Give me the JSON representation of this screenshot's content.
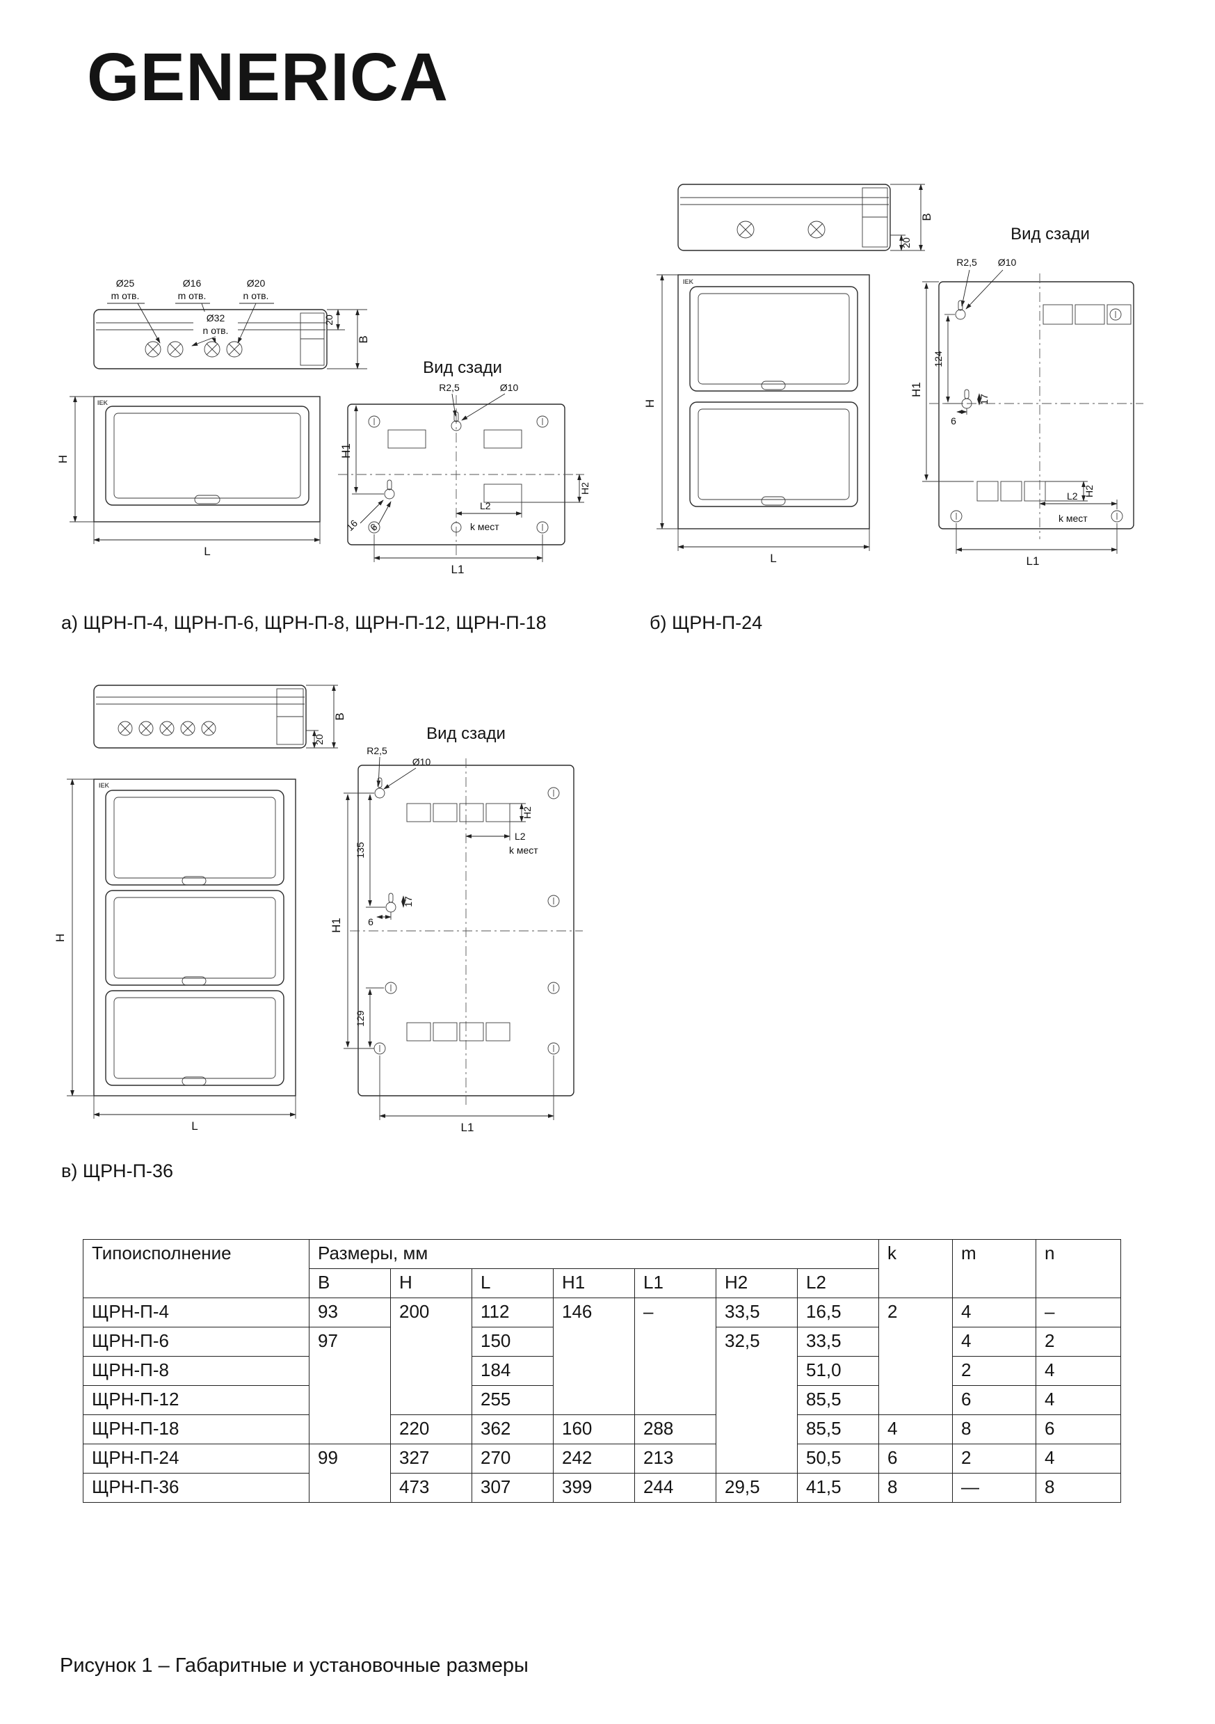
{
  "page": {
    "logo": "GENERICA",
    "figure_caption": "Рисунок 1 – Габаритные и установочные размеры"
  },
  "figure_a": {
    "caption": "а) ЩРН-П-4, ЩРН-П-6, ЩРН-П-8, ЩРН-П-12, ЩРН-П-18",
    "rear_view_title": "Вид сзади",
    "brand_mark": "IEK",
    "labels": {
      "d25": "Ø25",
      "d25_holes": "m отв.",
      "d16": "Ø16",
      "d16_holes": "m отв.",
      "d20": "Ø20",
      "d20_holes": "n отв.",
      "d32": "Ø32",
      "d32_holes": "n отв.",
      "lid": "20",
      "B": "B",
      "H": "H",
      "L": "L",
      "R": "R2,5",
      "d10": "Ø10",
      "H1": "H1",
      "H2": "H2",
      "L2": "L2",
      "L1": "L1",
      "k_places": "k мест",
      "n16": "16",
      "n6": "6"
    }
  },
  "figure_b": {
    "caption": "б) ЩРН-П-24",
    "rear_view_title": "Вид сзади",
    "brand_mark": "IEK",
    "labels": {
      "lid": "20",
      "B": "B",
      "H": "H",
      "L": "L",
      "R": "R2,5",
      "d10": "Ø10",
      "n124": "124",
      "n17": "17",
      "n6": "6",
      "H1": "H1",
      "H2": "H2",
      "L2": "L2",
      "L1": "L1",
      "k_places": "k мест"
    }
  },
  "figure_v": {
    "caption": "в) ЩРН-П-36",
    "rear_view_title": "Вид сзади",
    "brand_mark": "IEK",
    "labels": {
      "lid": "20",
      "B": "B",
      "H": "H",
      "L": "L",
      "R": "R2,5",
      "d10": "Ø10",
      "n135": "135",
      "n17": "17",
      "n6": "6",
      "n129": "129",
      "H1": "H1",
      "H2": "H2",
      "L2": "L2",
      "L1": "L1",
      "k_places": "k мест"
    }
  },
  "table": {
    "header": {
      "type": "Типоисполнение",
      "sizes": "Размеры, мм",
      "dims": [
        "B",
        "H",
        "L",
        "H1",
        "L1",
        "H2",
        "L2"
      ],
      "k": "k",
      "m": "m",
      "n": "n"
    },
    "rows": [
      {
        "name": "ЩРН-П-4",
        "B": "93",
        "H": "200",
        "L": "112",
        "H1": "146",
        "L1": "–",
        "H2": "33,5",
        "L2": "16,5",
        "k": "2",
        "m": "4",
        "n": "–"
      },
      {
        "name": "ЩРН-П-6",
        "B": "97",
        "L": "150",
        "H2": "32,5",
        "L2": "33,5",
        "m": "4",
        "n": "2"
      },
      {
        "name": "ЩРН-П-8",
        "L": "184",
        "L2": "51,0",
        "m": "2",
        "n": "4"
      },
      {
        "name": "ЩРН-П-12",
        "L": "255",
        "L2": "85,5",
        "m": "6",
        "n": "4"
      },
      {
        "name": "ЩРН-П-18",
        "H": "220",
        "L": "362",
        "H1": "160",
        "L1": "288",
        "L2": "85,5",
        "k": "4",
        "m": "8",
        "n": "6"
      },
      {
        "name": "ЩРН-П-24",
        "B": "99",
        "H": "327",
        "L": "270",
        "H1": "242",
        "L1": "213",
        "L2": "50,5",
        "k": "6",
        "m": "2",
        "n": "4"
      },
      {
        "name": "ЩРН-П-36",
        "H": "473",
        "L": "307",
        "H1": "399",
        "L1": "244",
        "H2": "29,5",
        "L2": "41,5",
        "k": "8",
        "m": "—",
        "n": "8"
      }
    ]
  }
}
